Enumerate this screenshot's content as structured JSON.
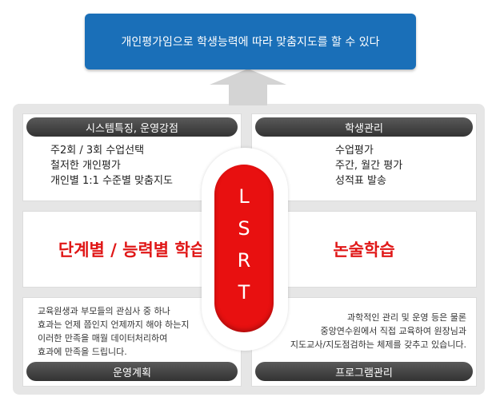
{
  "top_banner": {
    "text": "개인평가임으로 학생능력에 따라 맞춤지도를 할 수 있다"
  },
  "system_features": {
    "title": "시스템특징, 운영강점",
    "lines": [
      "주2회 / 3회 수업선택",
      "철저한 개인평가",
      "개인별 1:1 수준별  맞춤지도"
    ]
  },
  "student_management": {
    "title": "학생관리",
    "lines": [
      "수업평가",
      "주간, 월간 평가",
      "성적표 발송"
    ]
  },
  "level_learning": {
    "text": "단계별 / 능력별 학습"
  },
  "essay_learning": {
    "text": "논술학습"
  },
  "operation_plan": {
    "title": "운영계획",
    "lines": [
      "교육원생과 부모들의 관심사 중 하나",
      "효과는 언제 쯤인지 언제까지 해야 하는지",
      "이러한 만족을 매월 데이터처리하여",
      "효과에 만족을 드립니다."
    ]
  },
  "program_management": {
    "title": "프로그램관리",
    "lines": [
      "과학적인 관리 및 운영 등은 물론",
      "중앙연수원에서 직접 교육하여 원장님과",
      "지도교사/지도점검하는 체제를 갖추고 있습니다."
    ]
  },
  "center": {
    "letters": [
      "L",
      "S",
      "R",
      "T"
    ]
  },
  "colors": {
    "banner": "#1a6fb8",
    "accent_red": "#e81010",
    "pill_dark": "#3f3f3f",
    "frame": "#e6e6e6"
  }
}
